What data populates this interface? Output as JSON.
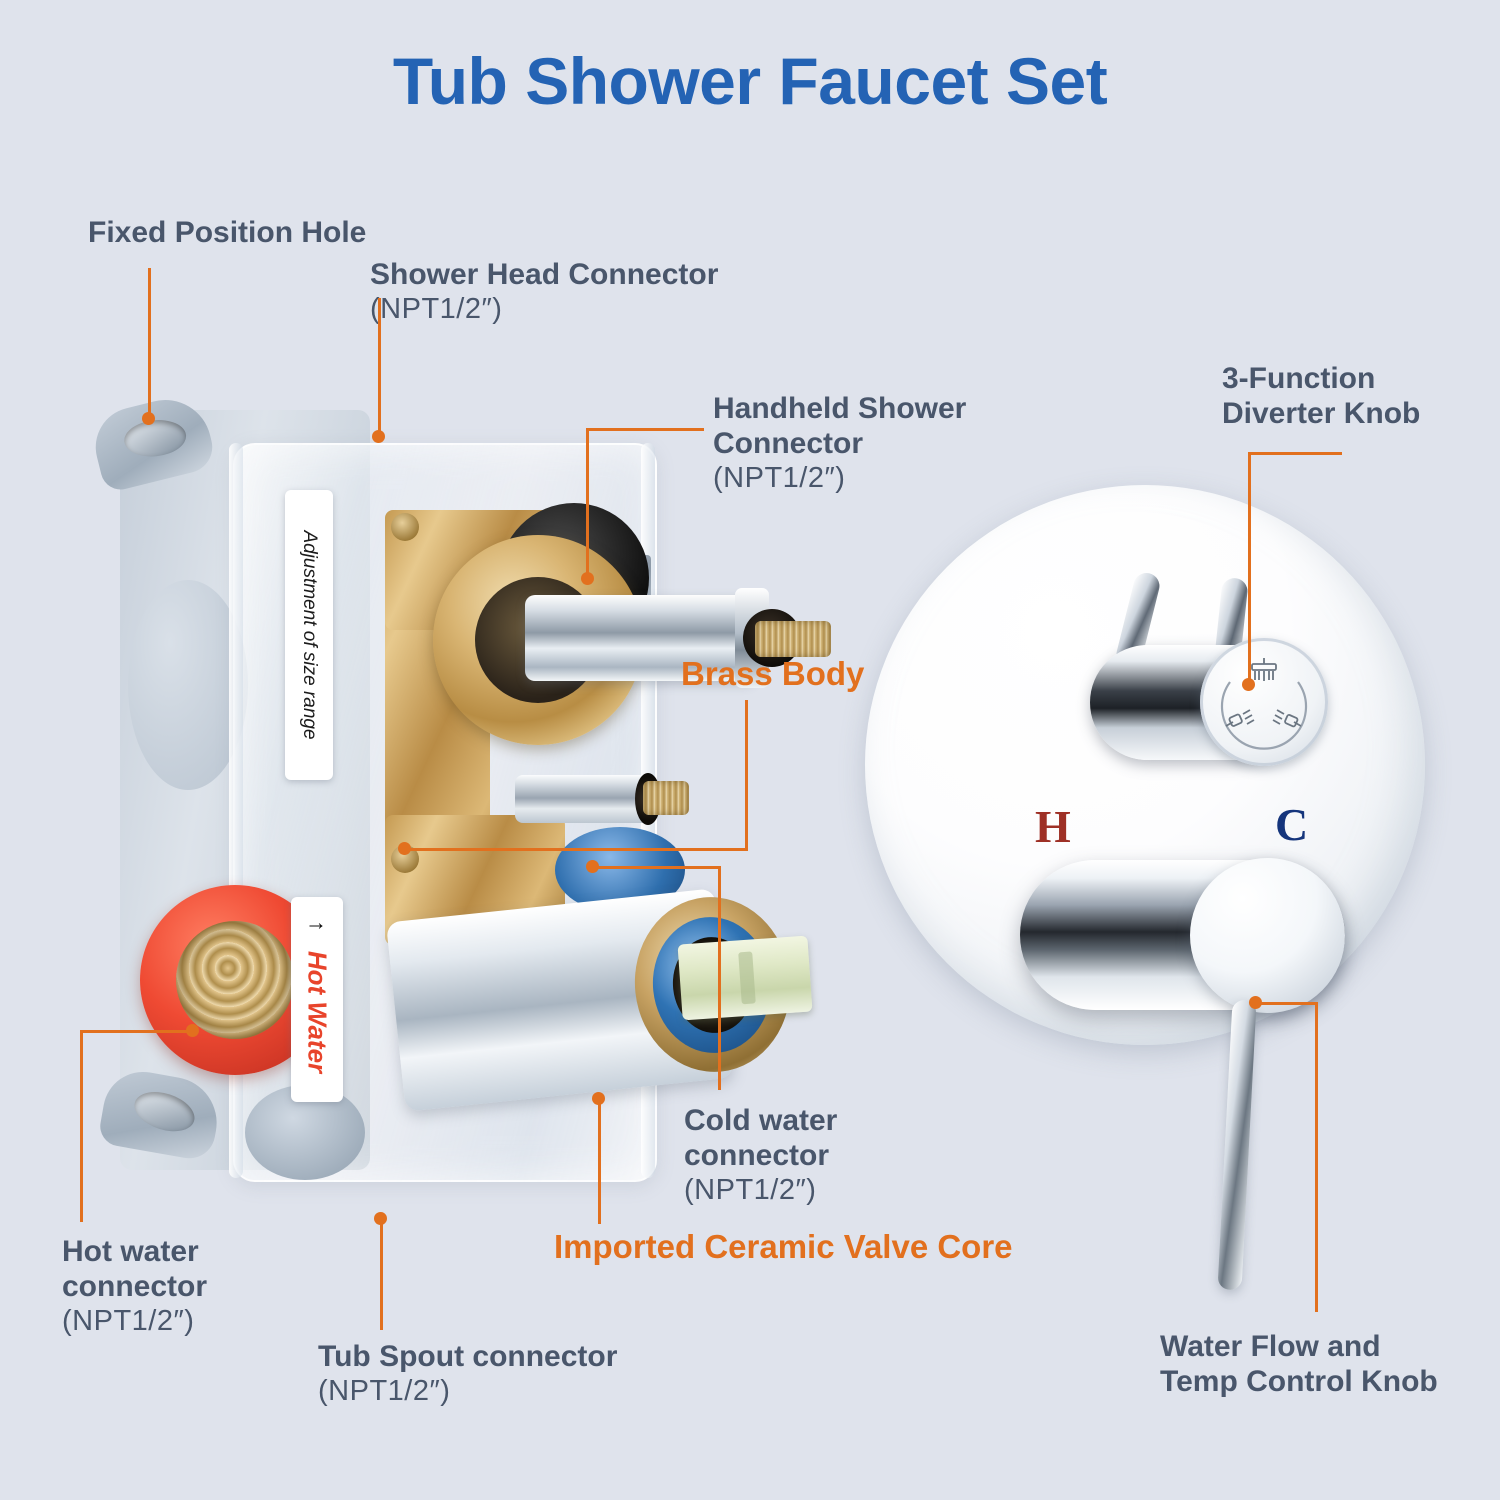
{
  "page": {
    "title": "Tub Shower Faucet Set",
    "title_color": "#2463b4",
    "background_color": "#dfe3ec",
    "label_color": "#49566b",
    "accent_color": "#e2701e"
  },
  "callouts": {
    "fixed_position_hole": {
      "title": "Fixed Position Hole",
      "sub": ""
    },
    "shower_head_connector": {
      "title": "Shower Head Connector",
      "sub": "(NPT1/2″)"
    },
    "handheld_shower_connector": {
      "title": "Handheld Shower\nConnector",
      "line1": "Handheld Shower",
      "line2": "Connector",
      "sub": "(NPT1/2″)"
    },
    "brass_body": {
      "title": "Brass Body"
    },
    "hot_water_connector": {
      "line1": "Hot water",
      "line2": "connector",
      "sub": "(NPT1/2″)"
    },
    "tub_spout_connector": {
      "line1": "Tub Spout connector",
      "sub": "(NPT1/2″)"
    },
    "cold_water_connector": {
      "line1": "Cold water",
      "line2": "connector",
      "sub": "(NPT1/2″)"
    },
    "imported_ceramic_valve_core": {
      "title": "Imported Ceramic Valve Core"
    },
    "diverter_knob": {
      "line1": "3-Function",
      "line2": "Diverter Knob"
    },
    "control_knob": {
      "line1": "Water Flow and",
      "line2": "Temp Control Knob"
    }
  },
  "product_stickers": {
    "size_range": {
      "text": "Adjustment of size range",
      "color": "#1b1b1b"
    },
    "hot_water": {
      "text": "Hot Water",
      "arrow": "↑",
      "color": "#e8442b"
    }
  },
  "trim_plate": {
    "hot_mark": "H",
    "hot_mark_color": "#9e3026",
    "cold_mark": "C",
    "cold_mark_color": "#15357c",
    "diverter_icons": [
      "rain-shower",
      "handheld-shower",
      "tub-spout"
    ]
  }
}
